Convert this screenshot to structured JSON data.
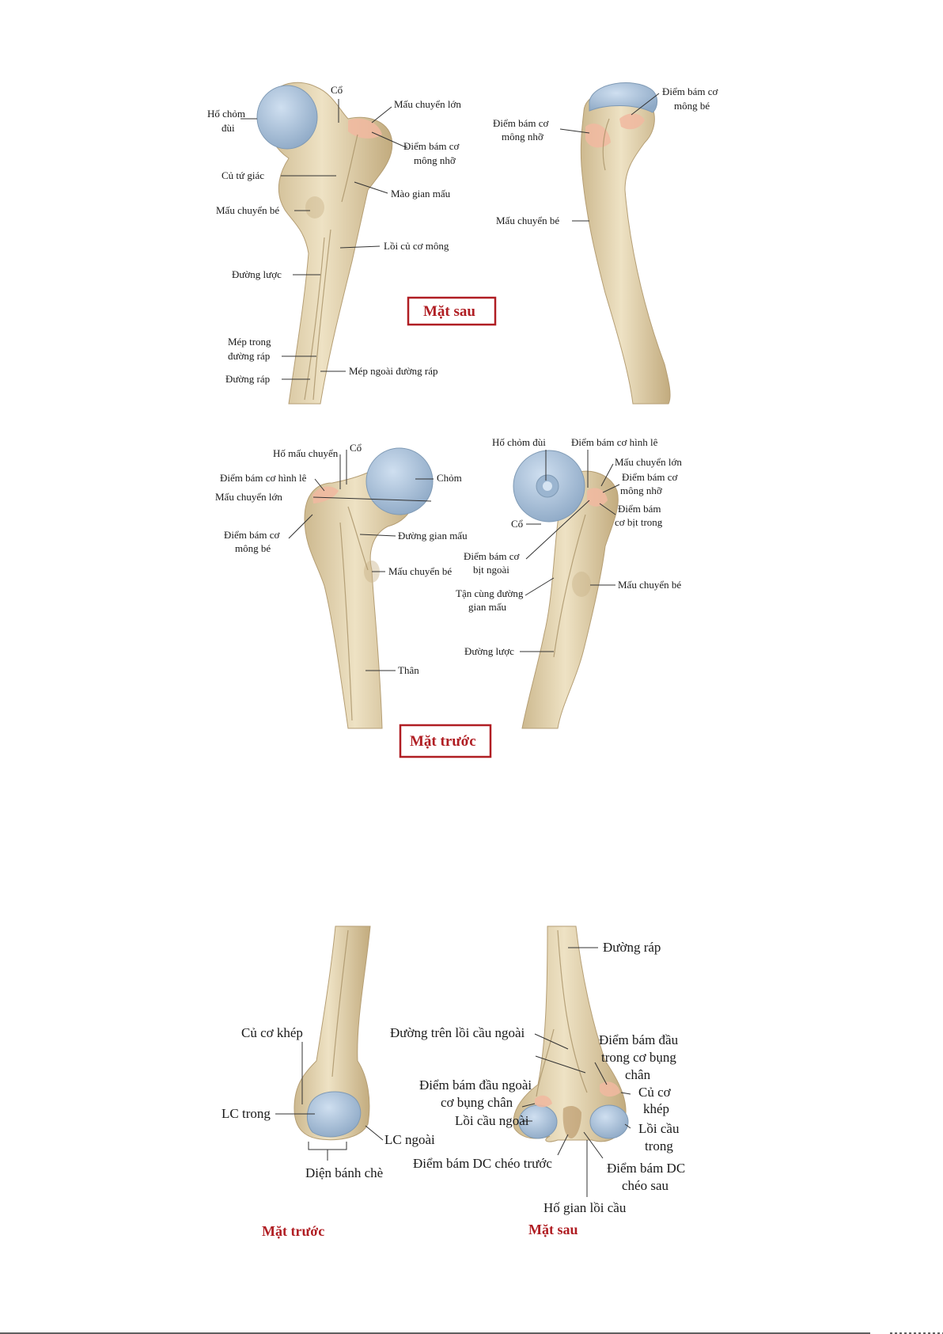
{
  "colors": {
    "bone": "#e6d7b4",
    "cartilage": "#a9c2dc",
    "attachment": "#f1b9a0",
    "title_red": "#b01e23"
  },
  "panel1": {
    "labels": {
      "ho_chom_1": "Hố chỏm",
      "ho_chom_2": "đùi",
      "co": "Cổ",
      "mau_chuyen_lon": "Mấu chuyển lớn",
      "diem_bam_mong_nho_1": "Điểm bám cơ",
      "diem_bam_mong_nho_2": "mông nhỡ",
      "cu_tu_giac": "Củ tứ giác",
      "mao_gian_mau": "Mào gian mấu",
      "mau_chuyen_be": "Mấu chuyển bé",
      "loi_cu_co_mong": "Lồi củ cơ mông",
      "duong_luoc": "Đường lược",
      "mep_trong_1": "Mép trong",
      "mep_trong_2": "đường ráp",
      "mep_ngoai": "Mép ngoài đường ráp",
      "duong_rap": "Đường ráp",
      "title": "Mặt sau"
    }
  },
  "panel2": {
    "labels": {
      "diem_bam_mong_be_1": "Điểm bám cơ",
      "diem_bam_mong_be_2": "mông bé",
      "diem_bam_mong_nho_1": "Điểm bám cơ",
      "diem_bam_mong_nho_2": "mông nhỡ",
      "mau_chuyen_be": "Mấu chuyển bé"
    }
  },
  "panel3": {
    "labels": {
      "ho_mau_chuyen": "Hố mấu chuyển",
      "co": "Cổ",
      "diem_bam_hinh_le": "Điểm bám cơ hình lê",
      "chom": "Chỏm",
      "mau_chuyen_lon": "Mấu chuyển lớn",
      "diem_bam_mong_be_1": "Điểm bám cơ",
      "diem_bam_mong_be_2": "mông bé",
      "duong_gian_mau": "Đường gian mấu",
      "mau_chuyen_be": "Mấu chuyển bé",
      "than": "Thân",
      "title": "Mặt trước"
    }
  },
  "panel4": {
    "labels": {
      "ho_chom_dui": "Hố chỏm đùi",
      "diem_bam_hinh_le": "Điểm bám cơ hình lê",
      "mau_chuyen_lon": "Mấu chuyển lớn",
      "diem_bam_mong_nho_1": "Điểm bám cơ",
      "diem_bam_mong_nho_2": "mông nhỡ",
      "diem_bam_bit_trong_1": "Điểm bám",
      "diem_bam_bit_trong_2": "cơ bịt trong",
      "co": "Cổ",
      "diem_bam_bit_ngoai_1": "Điểm bám cơ",
      "diem_bam_bit_ngoai_2": "bịt ngoài",
      "tan_cung_1": "Tận cùng đường",
      "tan_cung_2": "gian mấu",
      "mau_chuyen_be": "Mấu chuyển bé",
      "duong_luoc": "Đường lược"
    }
  },
  "panel5": {
    "labels": {
      "cu_co_khep": "Củ cơ khép",
      "lc_trong": "LC trong",
      "lc_ngoai": "LC ngoài",
      "dien_banh_che": "Diện bánh chè",
      "title": "Mặt trước"
    }
  },
  "panel6": {
    "labels": {
      "duong_rap": "Đường ráp",
      "duong_tren_loi_cau": "Đường trên lồi cầu ngoài",
      "diem_bam_dau_trong_1": "Điểm bám đầu",
      "diem_bam_dau_trong_2": "trong cơ bụng",
      "diem_bam_dau_trong_3": "chân",
      "diem_bam_dau_ngoai_1": "Điểm bám đầu ngoài",
      "diem_bam_dau_ngoai_2": "cơ bụng chân",
      "cu_co_khep_1": "Củ cơ",
      "cu_co_khep_2": "khép",
      "loi_cau_ngoai": "Lồi cầu ngoài",
      "loi_cau_trong_1": "Lồi cầu",
      "loi_cau_trong_2": "trong",
      "dc_cheo_truoc": "Điểm bám DC chéo trước",
      "dc_cheo_sau_1": "Điểm bám DC",
      "dc_cheo_sau_2": "chéo sau",
      "ho_gian_loi_cau": "Hố gian lồi cầu",
      "title": "Mặt sau"
    }
  }
}
